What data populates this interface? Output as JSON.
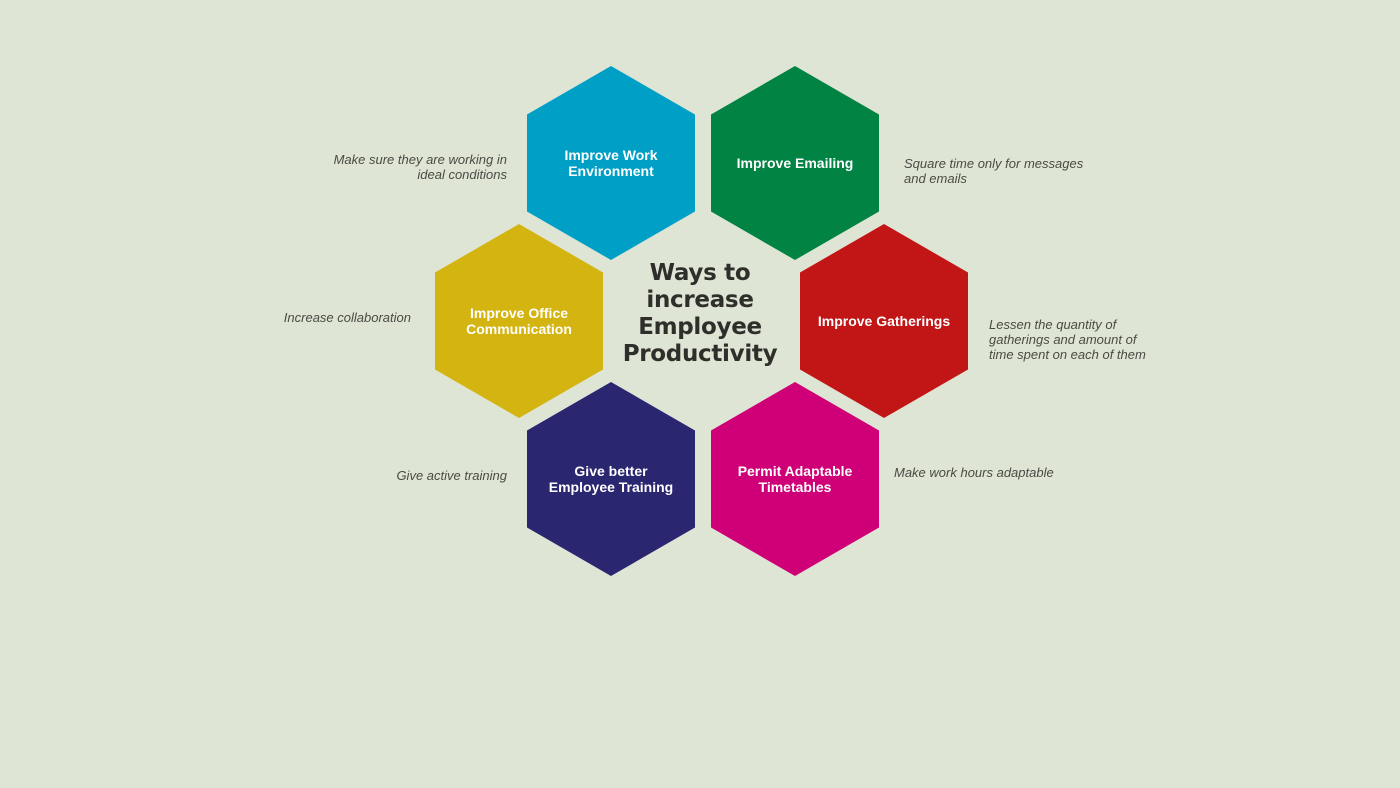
{
  "title": "Ways to increase Employee Productivity",
  "hexagons": [
    {
      "label": "Improve Work Environment",
      "color": "#00a0c6",
      "description": "Make sure they are working in ideal conditions"
    },
    {
      "label": "Improve Emailing",
      "color": "#008343",
      "description": "Square time only for messages and emails"
    },
    {
      "label": "Improve Office Communication",
      "color": "#d4b411",
      "description": "Increase collaboration"
    },
    {
      "label": "Improve Gatherings",
      "color": "#c21515",
      "description": "Lessen the quantity of gatherings and amount of time spent on each of them"
    },
    {
      "label": "Give better Employee Training",
      "color": "#2b2670",
      "description": "Give active training"
    },
    {
      "label": "Permit Adaptable Timetables",
      "color": "#cf0077",
      "description": "Make work hours adaptable"
    }
  ]
}
